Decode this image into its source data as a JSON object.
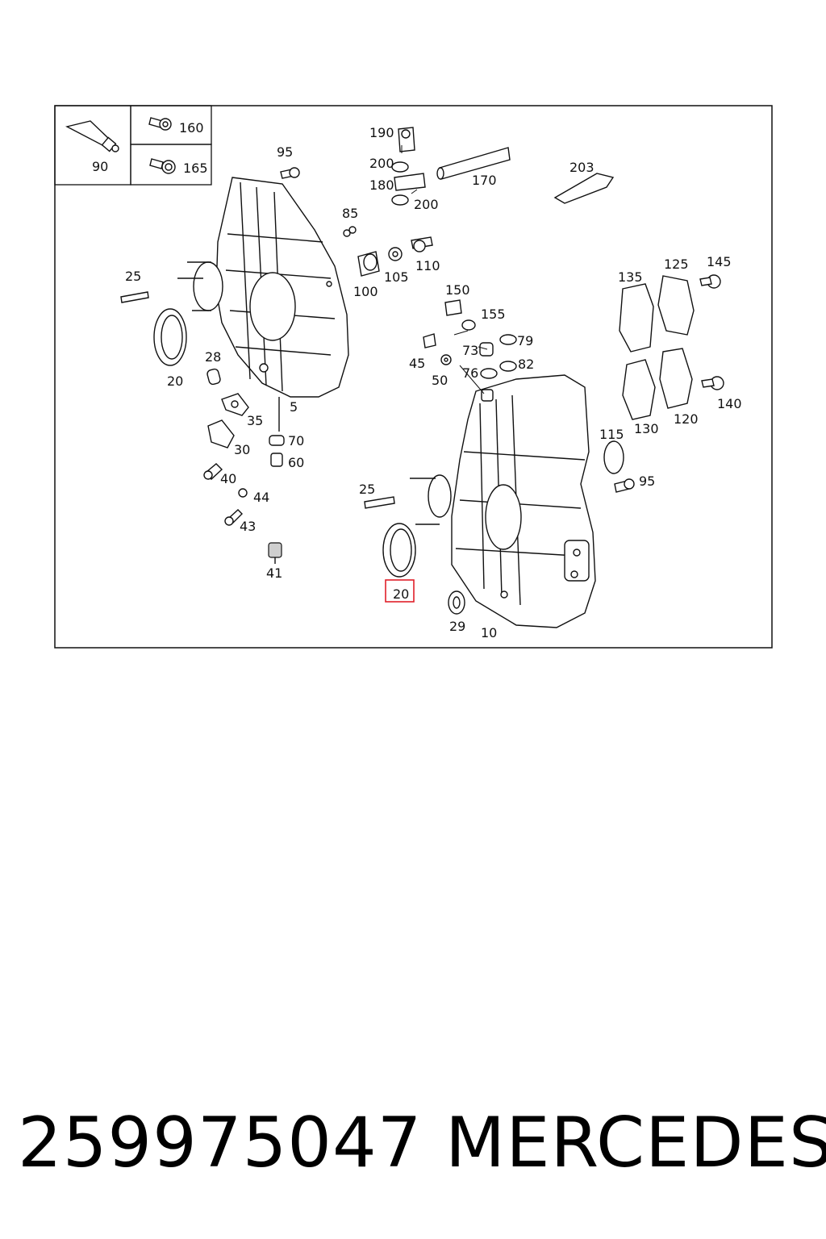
{
  "legend": {
    "item_90": "90",
    "item_160": "160",
    "item_165": "165"
  },
  "labels": {
    "l95a": "95",
    "l190": "190",
    "l200a": "200",
    "l180": "180",
    "l200b": "200",
    "l170": "170",
    "l203": "203",
    "l85": "85",
    "l100": "100",
    "l105": "105",
    "l110": "110",
    "l25a": "25",
    "l20a": "20",
    "l28": "28",
    "l5": "5",
    "l35": "35",
    "l30": "30",
    "l70": "70",
    "l60": "60",
    "l40": "40",
    "l44": "44",
    "l43": "43",
    "l41": "41",
    "l150": "150",
    "l155": "155",
    "l79": "79",
    "l73": "73",
    "l45": "45",
    "l76": "76",
    "l82": "82",
    "l50": "50",
    "l135": "135",
    "l125": "125",
    "l145": "145",
    "l130": "130",
    "l120": "120",
    "l140": "140",
    "l115": "115",
    "l95b": "95",
    "l25b": "25",
    "l20b": "20",
    "l29": "29",
    "l10": "10"
  },
  "highlight": {
    "label": "20",
    "color": "#e0202a"
  },
  "footer": {
    "part_number": "259975047",
    "brand": "MERCEDES"
  }
}
